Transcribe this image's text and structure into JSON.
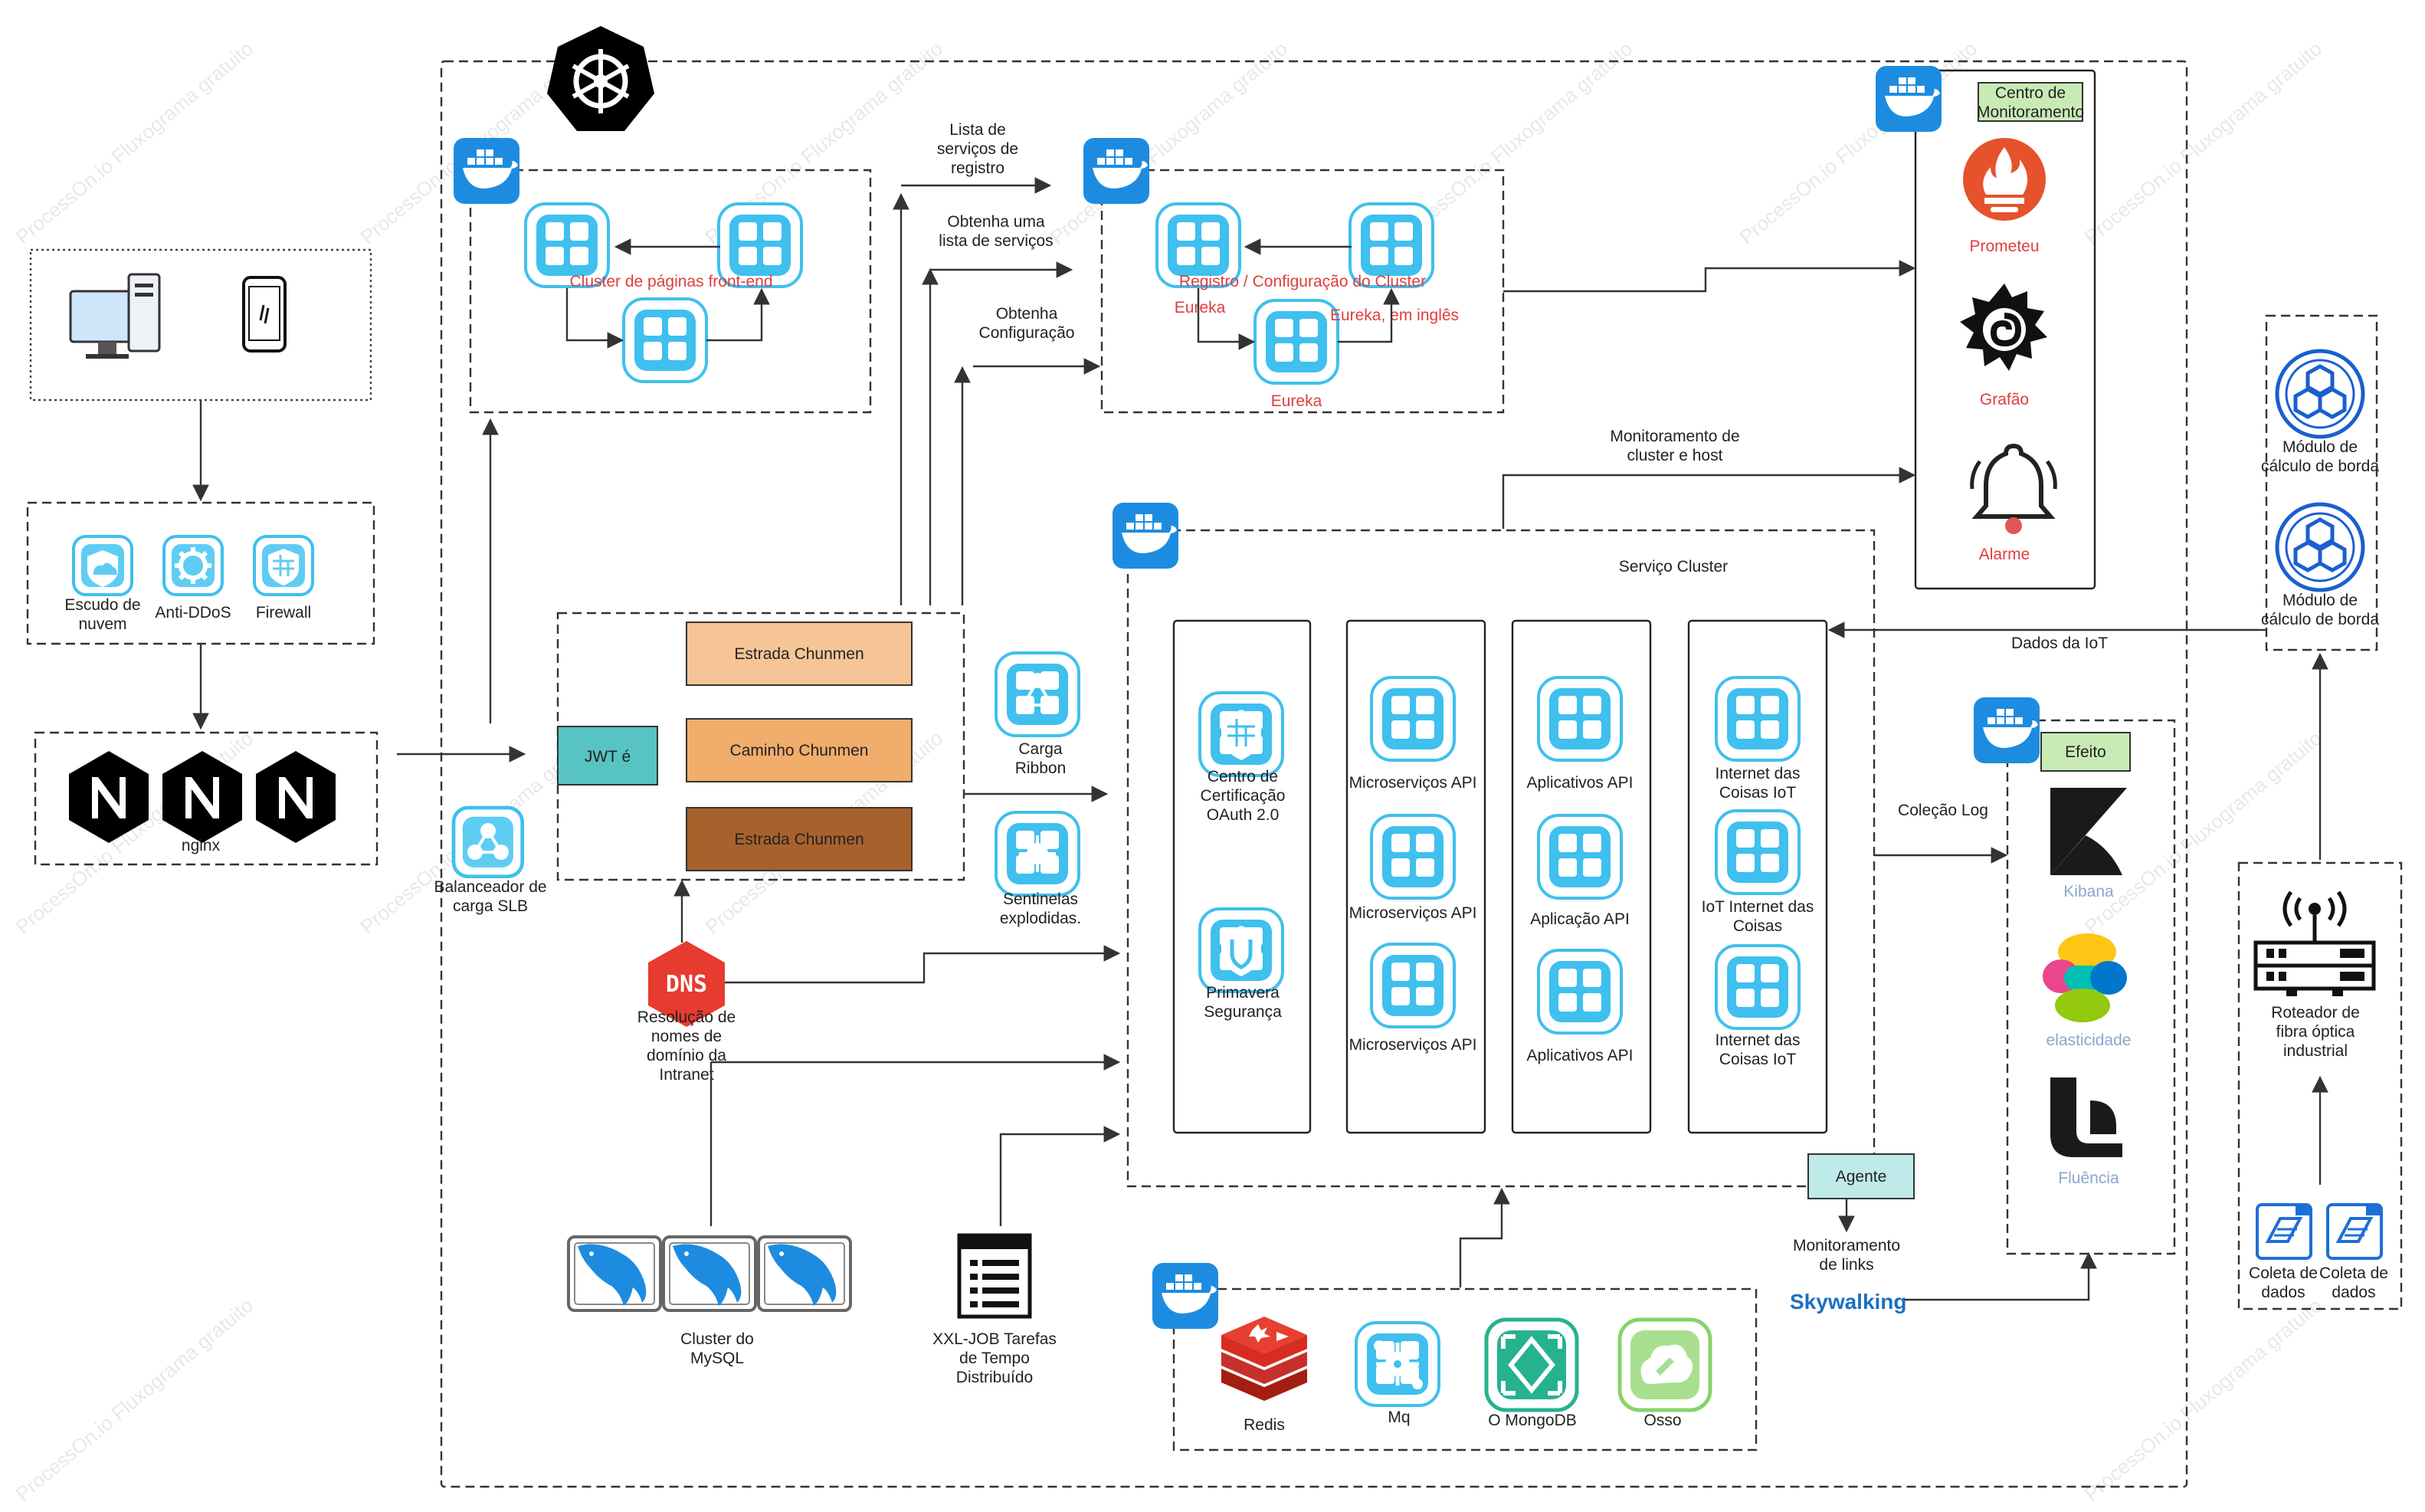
{
  "labels": {
    "devices_box": "",
    "shield_cloud": "Escudo de\nnuvem",
    "anti_ddos": "Anti-DDoS",
    "firewall": "Firewall",
    "nginx": "nginx",
    "slb": "Balanceador de\ncarga SLB",
    "frontend_cluster": "Cluster de páginas front-end",
    "jwt": "JWT é",
    "gateway_1": "Estrada Chunmen",
    "gateway_2": "Caminho Chunmen",
    "gateway_3": "Estrada Chunmen",
    "ribbon": "Carga\nRibbon",
    "sentinel": "Sentinelas\nexplodidas.",
    "dns": "Resolução de\nnomes de\ndomínio da\nIntranet",
    "mysql": "Cluster do\nMySQL",
    "xxljob": "XXL-JOB Tarefas\nde Tempo\nDistribuído",
    "reg_list": "Lista de\nserviços de\nregistro",
    "get_list": "Obtenha uma\nlista de serviços",
    "get_config": "Obtenha\nConfiguração",
    "registry_cluster": "Registro / Configuração do Cluster",
    "eureka_1": "Eureka",
    "eureka_2": "Eureka, em inglês",
    "eureka_3": "Eureka",
    "monitor_center": "Centro de\nMonitoramento",
    "prometheus": "Prometeu",
    "grafana": "Grafão",
    "alarm": "Alarme",
    "cluster_host_monitor": "Monitoramento de\ncluster e host",
    "service_cluster": "Serviço Cluster",
    "oauth": "Centro de\nCertificação\nOAuth 2.0",
    "spring_security": "Primavera\nSegurança",
    "ms_api_1": "Microserviços API",
    "ms_api_2": "Microserviços API",
    "ms_api_3": "Microserviços API",
    "app_api_1": "Aplicativos API",
    "app_api_2": "Aplicação API",
    "app_api_3": "Aplicativos API",
    "iot_1": "Internet das\nCoisas IoT",
    "iot_2": "IoT Internet das\nCoisas",
    "iot_3": "Internet das\nCoisas IoT",
    "agent": "Agente",
    "link_monitor": "Monitoramento\nde links",
    "skywalking": "Skywalking",
    "log_collection": "Coleção Log",
    "efk": "Efeito",
    "kibana": "Kibana",
    "elastic": "elasticidade",
    "fluent": "Fluência",
    "iot_data": "Dados da IoT",
    "edge_1": "Módulo de\ncálculo de borda",
    "edge_2": "Módulo de\ncálculo de borda",
    "router": "Roteador de\nfibra óptica\nindustrial",
    "collect_1": "Coleta de\ndados",
    "collect_2": "Coleta de\ndados",
    "redis": "Redis",
    "mq": "Mq",
    "mongodb": "O MongoDB",
    "oss": "Osso"
  },
  "watermark": "ProcessOn.io Fluxograma gratuito",
  "colors": {
    "docker": "#1d8ce0",
    "service_icon_fill": "#3fc0ee",
    "gateway_1": "#f6c596",
    "gateway_2": "#f0ad6b",
    "gateway_3": "#a8612d",
    "jwt": "#58c3c3",
    "agent": "#bfeaea",
    "monitor_header": "#c8ebb5",
    "prometheus": "#e6522c",
    "redis": "#d82c20",
    "mongodb": "#26b28f",
    "oss": "#86d36a",
    "kibana": "#1a1a1a",
    "label_red": "#e03c3c"
  }
}
